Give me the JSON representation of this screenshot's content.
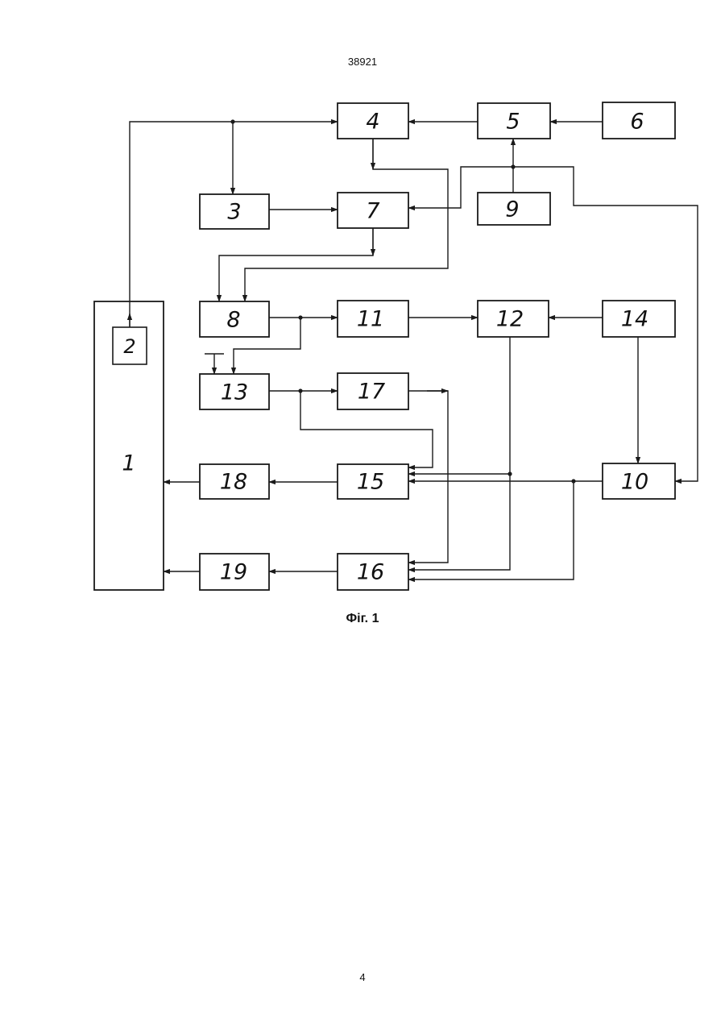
{
  "header": {
    "document_number": "38921"
  },
  "figure": {
    "caption": "Фіг. 1",
    "blocks": [
      {
        "id": "b1",
        "label": "1"
      },
      {
        "id": "b2",
        "label": "2"
      },
      {
        "id": "b3",
        "label": "3"
      },
      {
        "id": "b4",
        "label": "4"
      },
      {
        "id": "b5",
        "label": "5"
      },
      {
        "id": "b6",
        "label": "6"
      },
      {
        "id": "b7",
        "label": "7"
      },
      {
        "id": "b8",
        "label": "8"
      },
      {
        "id": "b9",
        "label": "9"
      },
      {
        "id": "b10",
        "label": "10"
      },
      {
        "id": "b11",
        "label": "11"
      },
      {
        "id": "b12",
        "label": "12"
      },
      {
        "id": "b13",
        "label": "13"
      },
      {
        "id": "b14",
        "label": "14"
      },
      {
        "id": "b15",
        "label": "15"
      },
      {
        "id": "b16",
        "label": "16"
      },
      {
        "id": "b17",
        "label": "17"
      },
      {
        "id": "b18",
        "label": "18"
      },
      {
        "id": "b19",
        "label": "19"
      }
    ],
    "connections": [
      {
        "from": "6",
        "to": "5"
      },
      {
        "from": "5",
        "to": "4"
      },
      {
        "from": "9",
        "to": "5"
      },
      {
        "from": "9",
        "to": "7"
      },
      {
        "from": "9",
        "to": "10"
      },
      {
        "from": "2",
        "to": "4"
      },
      {
        "from": "2",
        "to": "3"
      },
      {
        "from": "3",
        "to": "7"
      },
      {
        "from": "4",
        "to": "8"
      },
      {
        "from": "7",
        "to": "8"
      },
      {
        "from": "8",
        "to": "11"
      },
      {
        "from": "8",
        "to": "13"
      },
      {
        "from": "11",
        "to": "12"
      },
      {
        "from": "14",
        "to": "12"
      },
      {
        "from": "14",
        "to": "10"
      },
      {
        "from": "13",
        "to": "17"
      },
      {
        "from": "13",
        "to": "15"
      },
      {
        "from": "17",
        "to": "16"
      },
      {
        "from": "12",
        "to": "15"
      },
      {
        "from": "12",
        "to": "16"
      },
      {
        "from": "10",
        "to": "15"
      },
      {
        "from": "10",
        "to": "16"
      },
      {
        "from": "15",
        "to": "18"
      },
      {
        "from": "16",
        "to": "19"
      },
      {
        "from": "18",
        "to": "1"
      },
      {
        "from": "19",
        "to": "1"
      }
    ]
  },
  "footer": {
    "page_number": "4"
  }
}
